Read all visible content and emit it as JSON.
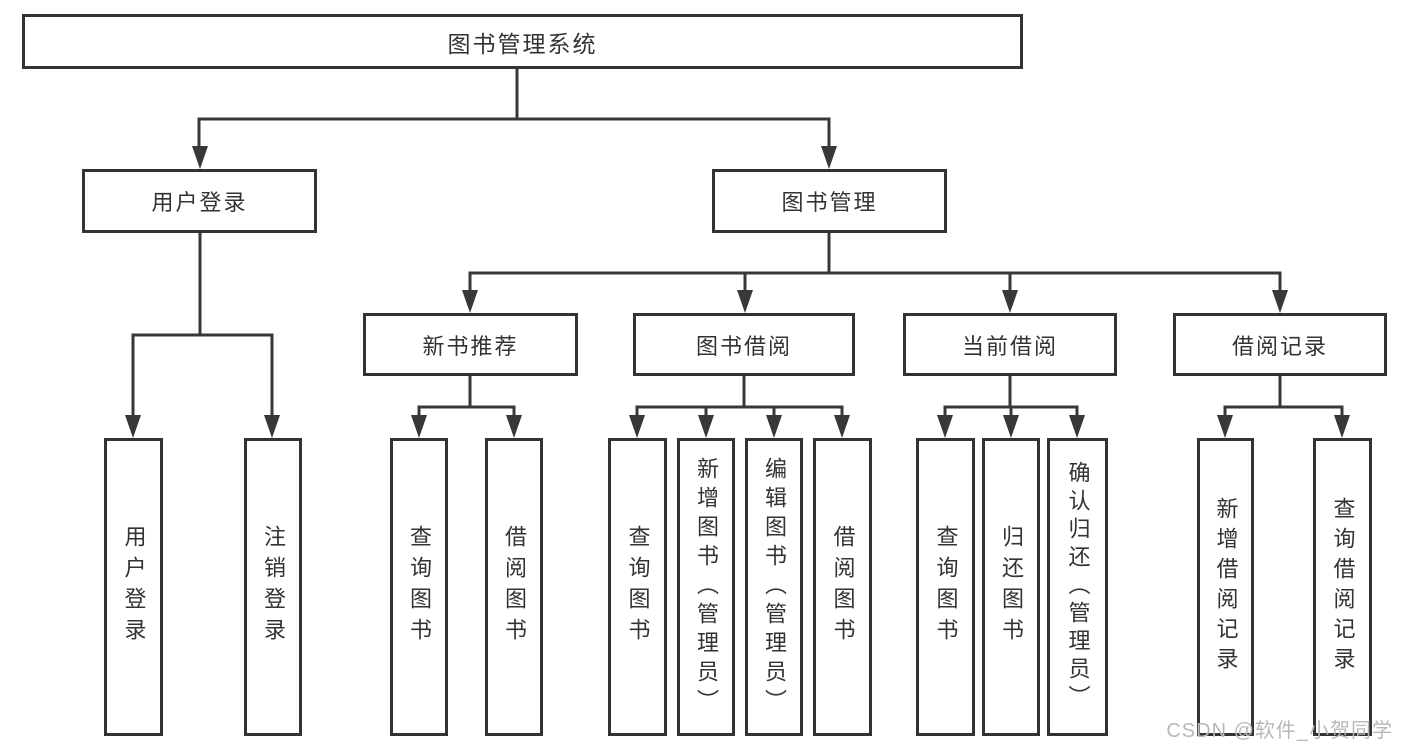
{
  "diagram": {
    "root": {
      "label": "图书管理系统"
    },
    "branches": [
      {
        "label": "用户登录",
        "leaves": [
          {
            "label": "用户登录"
          },
          {
            "label": "注销登录"
          }
        ]
      },
      {
        "label": "图书管理",
        "groups": [
          {
            "label": "新书推荐",
            "leaves": [
              {
                "label": "查询图书"
              },
              {
                "label": "借阅图书"
              }
            ]
          },
          {
            "label": "图书借阅",
            "leaves": [
              {
                "label": "查询图书"
              },
              {
                "label": "新增图书（管理员）"
              },
              {
                "label": "编辑图书（管理员）"
              },
              {
                "label": "借阅图书"
              }
            ]
          },
          {
            "label": "当前借阅",
            "leaves": [
              {
                "label": "查询图书"
              },
              {
                "label": "归还图书"
              },
              {
                "label": "确认归还（管理员）"
              }
            ]
          },
          {
            "label": "借阅记录",
            "leaves": [
              {
                "label": "新增借阅记录"
              },
              {
                "label": "查询借阅记录"
              }
            ]
          }
        ]
      }
    ],
    "watermark": "CSDN @软件_小贺同学"
  },
  "colors": {
    "line": "#383838",
    "box_border": "#333333",
    "text": "#333333",
    "background": "#ffffff",
    "watermark": "#b8b8b8"
  }
}
